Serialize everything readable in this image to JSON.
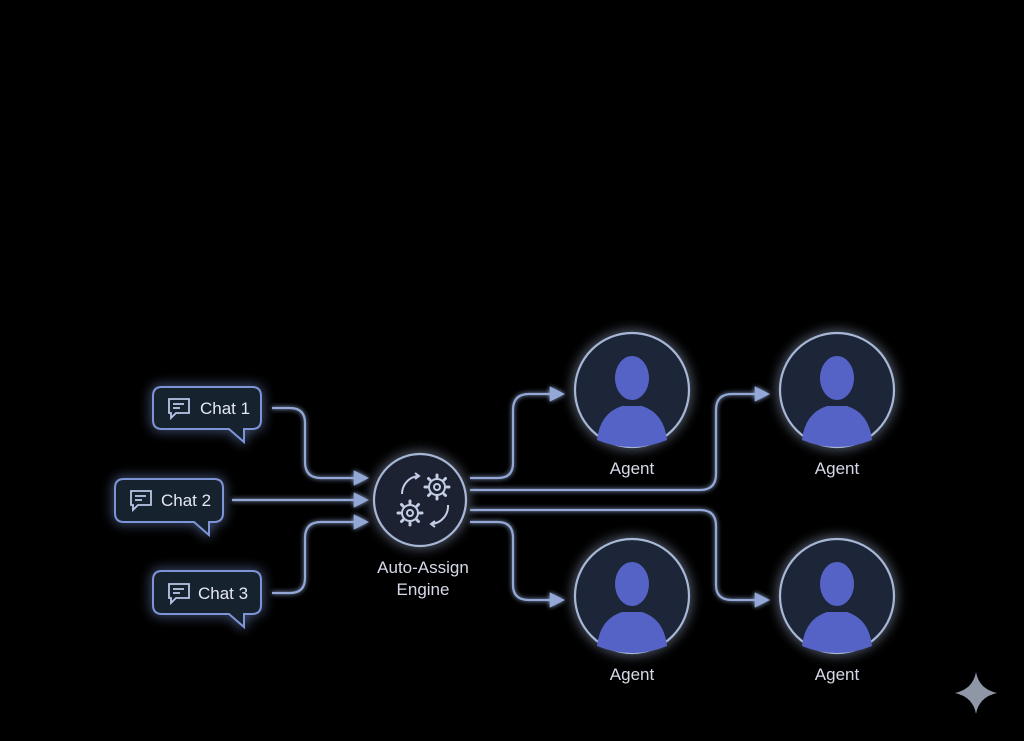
{
  "diagram": {
    "chats": [
      {
        "id": "chat-1",
        "label": "Chat 1"
      },
      {
        "id": "chat-2",
        "label": "Chat 2"
      },
      {
        "id": "chat-3",
        "label": "Chat 3"
      }
    ],
    "engine": {
      "line1": "Auto-Assign",
      "line2": "Engine",
      "icon": "gears-icon"
    },
    "agents": [
      {
        "id": "agent-1",
        "label": "Agent"
      },
      {
        "id": "agent-2",
        "label": "Agent"
      },
      {
        "id": "agent-3",
        "label": "Agent"
      },
      {
        "id": "agent-4",
        "label": "Agent"
      }
    ],
    "colors": {
      "background": "#000000",
      "glow": "#4f6fd8",
      "connector": "#93a8d6",
      "node_fill": "#1c2638",
      "node_stroke": "#a8b7d6",
      "avatar": "#5563c7",
      "text": "#d6dae8"
    },
    "corner_icon": "sparkle-icon"
  }
}
